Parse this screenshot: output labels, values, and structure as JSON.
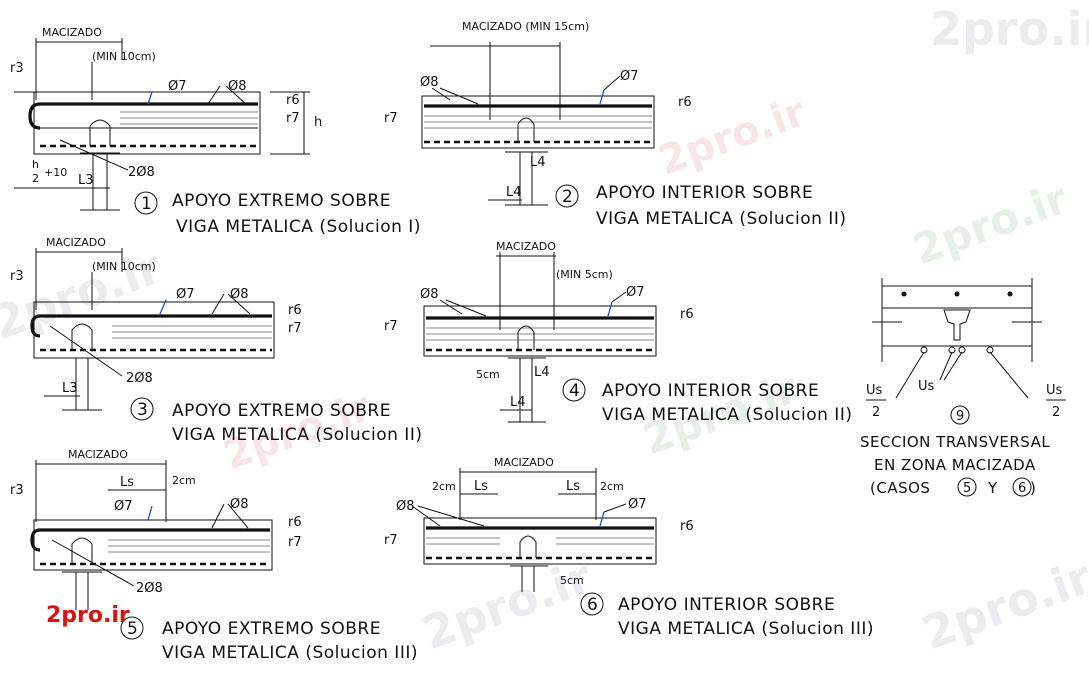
{
  "watermarks": [
    "2pro.ir",
    "2pro.ir",
    "2pro.ir",
    "2pro.ir",
    "2pro.ir",
    "2pro.ir",
    "2pro.ir",
    "2pro.ir"
  ],
  "logo": "2pro.ir",
  "colors": {
    "line": "#111111",
    "accent": "#1d4fd6",
    "logo": "#d81414"
  },
  "details": [
    {
      "num": "1",
      "title": "APOYO EXTREMO SOBRE",
      "subtitle": "VIGA METALICA (Solucion I)"
    },
    {
      "num": "2",
      "title": "APOYO INTERIOR SOBRE",
      "subtitle": "VIGA METALICA (Solucion II)"
    },
    {
      "num": "3",
      "title": "APOYO EXTREMO SOBRE",
      "subtitle": "VIGA METALICA (Solucion II)"
    },
    {
      "num": "4",
      "title": "APOYO INTERIOR SOBRE",
      "subtitle": "VIGA METALICA (Solucion II)"
    },
    {
      "num": "5",
      "title": "APOYO EXTREMO SOBRE",
      "subtitle": "VIGA METALICA (Solucion III)"
    },
    {
      "num": "6",
      "title": "APOYO INTERIOR SOBRE",
      "subtitle": "VIGA METALICA (Solucion III)"
    }
  ],
  "section9": {
    "num": "9",
    "line1": "SECCION TRANSVERSAL",
    "line2": "EN ZONA MACIZADA",
    "line3_pre": "(CASOS",
    "c5": "5",
    "y": "Y",
    "c6": "6",
    "line3_post": ")"
  },
  "labels": {
    "macizado": "MACIZADO",
    "macizado_min15": "MACIZADO (MIN 15cm)",
    "min10": "(MIN 10cm)",
    "min5": "(MIN 5cm)",
    "r3": "r3",
    "r6": "r6",
    "r7": "r7",
    "h": "h",
    "phi7": "Ø7",
    "phi8": "Ø8",
    "two_phi8": "2Ø8",
    "l3": "L3",
    "l4": "L4",
    "ls": "Ls",
    "h_over_2": "h",
    "two": "2",
    "plus10": "+10",
    "cm2": "2cm",
    "cm5": "5cm",
    "us": "Us",
    "us2": "Us"
  }
}
